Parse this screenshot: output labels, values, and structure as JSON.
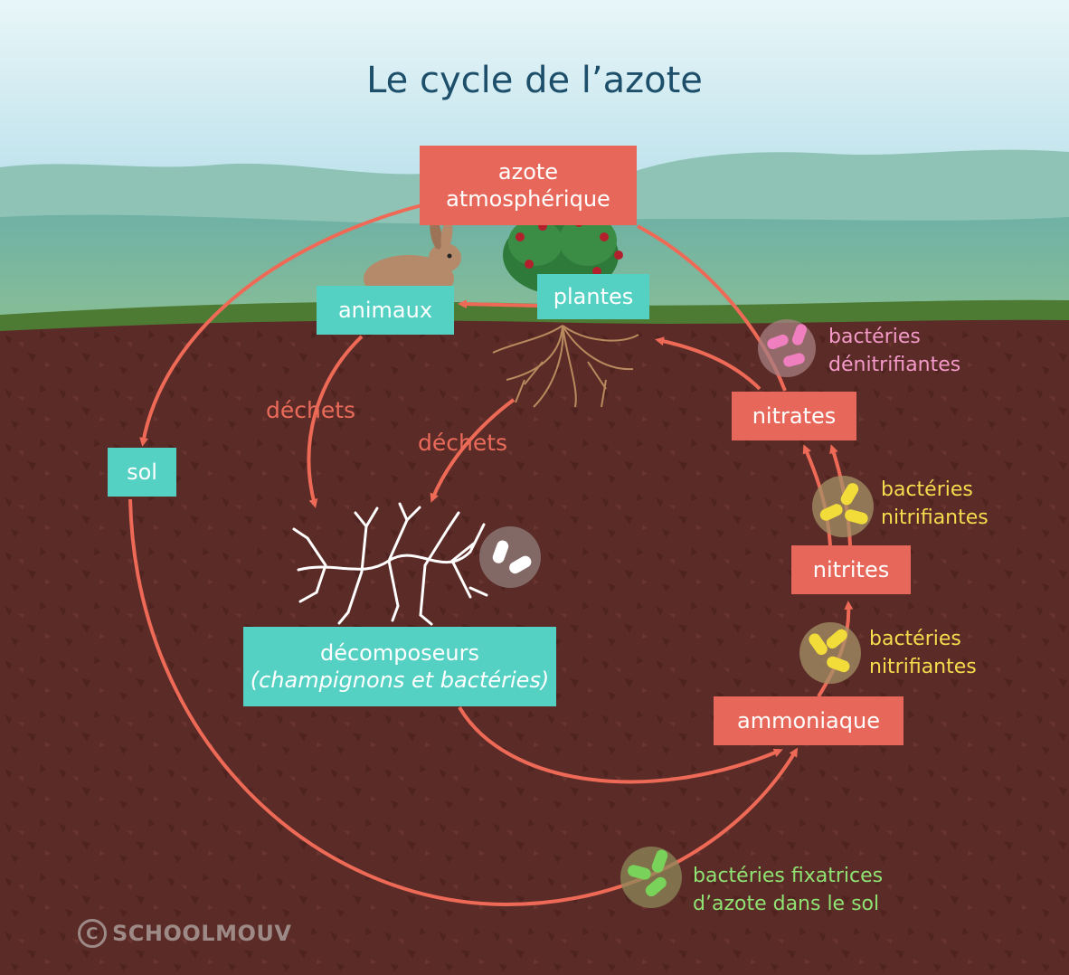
{
  "title": "Le cycle de l’azote",
  "colors": {
    "node_red": "#e7685a",
    "node_teal": "#55d1c3",
    "arrow": "#ee6a57",
    "soil": "#5a2a26",
    "sky": "#a9dbe6",
    "grass": "#4d7b34"
  },
  "nodes": {
    "azote_line1": "azote",
    "azote_line2": "atmosphérique",
    "animaux": "animaux",
    "plantes": "plantes",
    "sol": "sol",
    "nitrates": "nitrates",
    "nitrites": "nitrites",
    "ammoniaque": "ammoniaque",
    "decomposeurs_line1": "décomposeurs",
    "decomposeurs_line2": "(champignons et bactéries)"
  },
  "labels": {
    "dechets_1": "déchets",
    "dechets_2": "déchets",
    "denitrifiantes_line1": "bactéries",
    "denitrifiantes_line2": "dénitrifiantes",
    "nitrifiantes_a_line1": "bactéries",
    "nitrifiantes_a_line2": "nitrifiantes",
    "nitrifiantes_b_line1": "bactéries",
    "nitrifiantes_b_line2": "nitrifiantes",
    "fixatrices_line1": "bactéries fixatrices",
    "fixatrices_line2": "d’azote dans le sol"
  },
  "watermark": {
    "symbol": "C",
    "text": "SCHOOLMOUV"
  },
  "icons": [
    "rabbit-icon",
    "rose-bush-icon",
    "plant-roots-icon",
    "fungus-mycelium-icon",
    "bacteria-icon"
  ]
}
